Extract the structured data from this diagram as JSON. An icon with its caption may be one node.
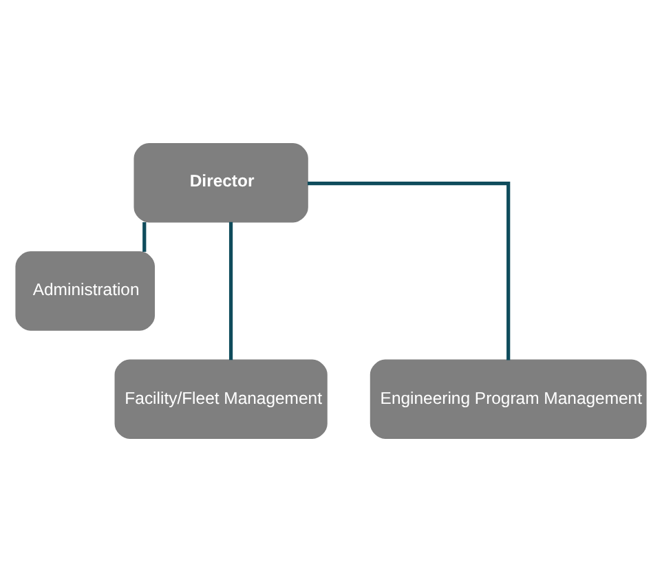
{
  "diagram": {
    "nodes": [
      {
        "text": [
          "Director"
        ]
      },
      {
        "text": [
          "Administration"
        ]
      },
      {
        "text": [
          "Facility/Fleet Management"
        ]
      },
      {
        "text": [
          "Engineering Program Management"
        ]
      }
    ],
    "edges": [
      {
        "from": 0,
        "to": 1,
        "arrow": "none"
      },
      {
        "from": 0,
        "to": 2,
        "arrow": "none"
      },
      {
        "from": 0,
        "to": 3,
        "arrow": "none"
      }
    ]
  }
}
